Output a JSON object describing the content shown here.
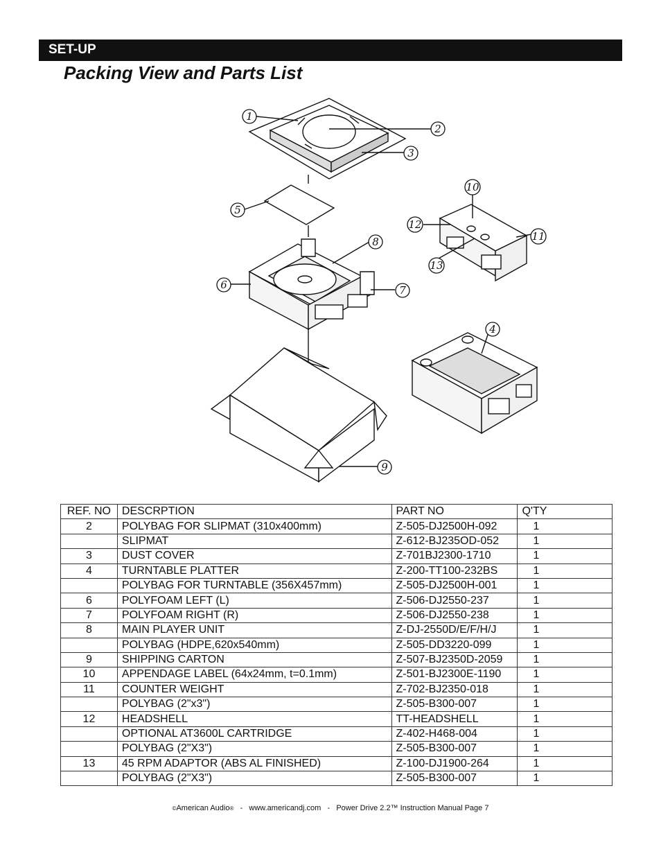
{
  "section": {
    "label": "SET-UP"
  },
  "title": "Packing View and Parts List",
  "diagram": {
    "callouts": [
      "1",
      "2",
      "3",
      "4",
      "5",
      "6",
      "7",
      "8",
      "9",
      "10",
      "11",
      "12",
      "13"
    ]
  },
  "table": {
    "headers": [
      "REF. NO",
      "DESCRPTION",
      "PART NO",
      "Q'TY"
    ],
    "rows": [
      [
        "2",
        "POLYBAG FOR SLIPMAT  (310x400mm)",
        "Z-505-DJ2500H-092",
        "1"
      ],
      [
        "",
        "SLIPMAT",
        "Z-612-BJ235OD-052",
        "1"
      ],
      [
        "3",
        "DUST COVER",
        "Z-701BJ2300-1710",
        "1"
      ],
      [
        "4",
        "TURNTABLE PLATTER",
        "Z-200-TT100-232BS",
        "1"
      ],
      [
        "",
        "POLYBAG FOR TURNTABLE (356X457mm)",
        "Z-505-DJ2500H-001",
        "1"
      ],
      [
        "6",
        "POLYFOAM LEFT (L)",
        "Z-506-DJ2550-237",
        "1"
      ],
      [
        "7",
        "POLYFOAM RIGHT (R)",
        "Z-506-DJ2550-238",
        "1"
      ],
      [
        "8",
        "MAIN  PLAYER  UNIT",
        "Z-DJ-2550D/E/F/H/J",
        "1"
      ],
      [
        "",
        "POLYBAG (HDPE,620x540mm)",
        "Z-505-DD3220-099",
        "1"
      ],
      [
        "9",
        "SHIPPING CARTON",
        "Z-507-BJ2350D-2059",
        "1"
      ],
      [
        "10",
        "APPENDAGE LABEL (64x24mm, t=0.1mm)",
        "Z-501-BJ2300E-1190",
        "1"
      ],
      [
        "11",
        "COUNTER WEIGHT",
        "Z-702-BJ2350-018",
        "1"
      ],
      [
        "",
        "POLYBAG (2\"x3\")",
        "Z-505-B300-007",
        "1"
      ],
      [
        "12",
        "HEADSHELL",
        "TT-HEADSHELL",
        "1"
      ],
      [
        "",
        "OPTIONAL AT3600L CARTRIDGE",
        "Z-402-H468-004",
        "1"
      ],
      [
        "",
        "POLYBAG (2\"X3\")",
        "Z-505-B300-007",
        "1"
      ],
      [
        "13",
        "45 RPM ADAPTOR (ABS AL FINISHED)",
        "Z-100-DJ1900-264",
        "1"
      ],
      [
        "",
        "POLYBAG (2\"X3\")",
        "Z-505-B300-007",
        "1"
      ]
    ]
  },
  "footer": {
    "copyright_symbol": "©",
    "brand": "American Audio",
    "registered": "®",
    "separator": "-",
    "website": "www.americandj.com",
    "manual": "Power Drive 2.2™ Instruction Manual Page 7"
  }
}
